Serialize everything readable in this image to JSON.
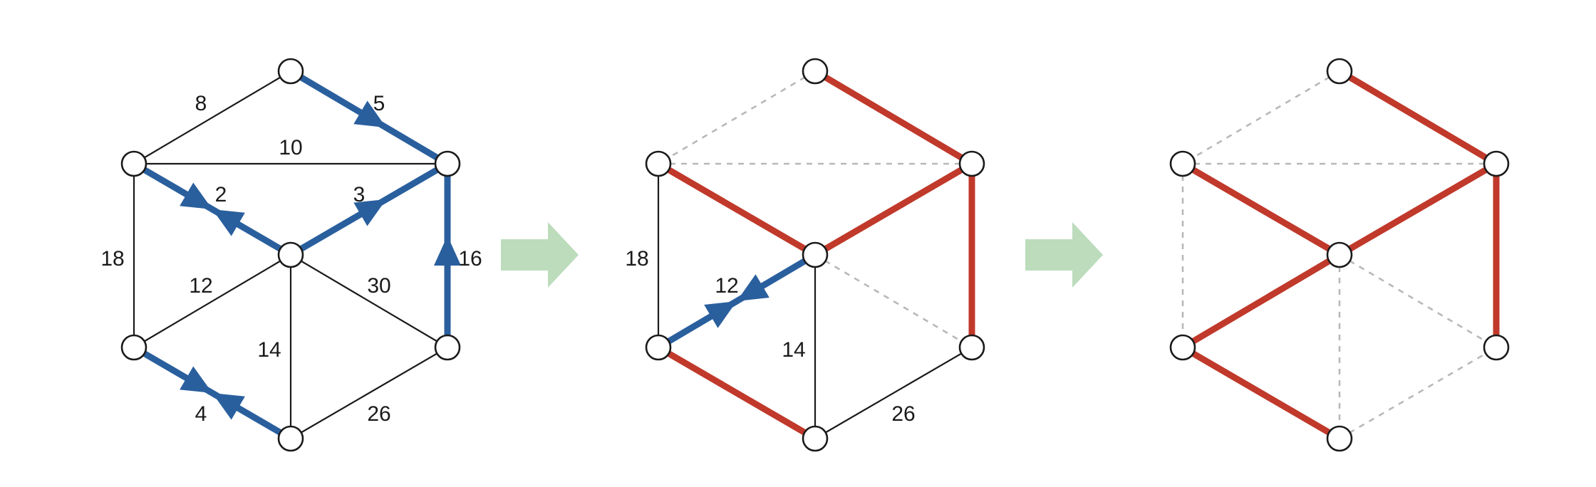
{
  "colors": {
    "plain_edge": "#1a1a1a",
    "dashed_edge": "#b8b8b8",
    "tree_edge": "#c0392b",
    "selected_edge": "#2a5f9e",
    "arrow": "#bcdcbc",
    "node_fill": "#ffffff",
    "node_stroke": "#1a1a1a"
  },
  "panels": [
    {
      "name": "panel-1",
      "edges": [
        {
          "id": "top-ul",
          "label": "8",
          "style": "plain"
        },
        {
          "id": "top-ur",
          "label": "5",
          "style": "selected",
          "dir": "forward"
        },
        {
          "id": "ul-ur",
          "label": "10",
          "style": "plain"
        },
        {
          "id": "ul-c",
          "label": "2",
          "style": "selected",
          "dir": "both"
        },
        {
          "id": "ur-c",
          "label": "3",
          "style": "selected",
          "dir": "backward"
        },
        {
          "id": "ul-ll",
          "label": "18",
          "style": "plain"
        },
        {
          "id": "ur-lr",
          "label": "16",
          "style": "selected",
          "dir": "backward"
        },
        {
          "id": "c-ll",
          "label": "12",
          "style": "plain"
        },
        {
          "id": "c-lr",
          "label": "30",
          "style": "plain"
        },
        {
          "id": "c-bot",
          "label": "14",
          "style": "plain"
        },
        {
          "id": "ll-bot",
          "label": "4",
          "style": "selected",
          "dir": "both"
        },
        {
          "id": "bot-lr",
          "label": "26",
          "style": "plain"
        }
      ]
    },
    {
      "name": "panel-2",
      "edges": [
        {
          "id": "top-ul",
          "label": "",
          "style": "dashed"
        },
        {
          "id": "top-ur",
          "label": "",
          "style": "tree"
        },
        {
          "id": "ul-ur",
          "label": "",
          "style": "dashed"
        },
        {
          "id": "ul-c",
          "label": "",
          "style": "tree"
        },
        {
          "id": "ur-c",
          "label": "",
          "style": "tree"
        },
        {
          "id": "ul-ll",
          "label": "18",
          "style": "plain"
        },
        {
          "id": "ur-lr",
          "label": "",
          "style": "tree"
        },
        {
          "id": "c-ll",
          "label": "12",
          "style": "selected",
          "dir": "both"
        },
        {
          "id": "c-lr",
          "label": "",
          "style": "dashed"
        },
        {
          "id": "c-bot",
          "label": "14",
          "style": "plain"
        },
        {
          "id": "ll-bot",
          "label": "",
          "style": "tree"
        },
        {
          "id": "bot-lr",
          "label": "26",
          "style": "plain"
        }
      ]
    },
    {
      "name": "panel-3",
      "edges": [
        {
          "id": "top-ul",
          "label": "",
          "style": "dashed"
        },
        {
          "id": "top-ur",
          "label": "",
          "style": "tree"
        },
        {
          "id": "ul-ur",
          "label": "",
          "style": "dashed"
        },
        {
          "id": "ul-c",
          "label": "",
          "style": "tree"
        },
        {
          "id": "ur-c",
          "label": "",
          "style": "tree"
        },
        {
          "id": "ul-ll",
          "label": "",
          "style": "dashed"
        },
        {
          "id": "ur-lr",
          "label": "",
          "style": "tree"
        },
        {
          "id": "c-ll",
          "label": "",
          "style": "tree"
        },
        {
          "id": "c-lr",
          "label": "",
          "style": "dashed"
        },
        {
          "id": "c-bot",
          "label": "",
          "style": "dashed"
        },
        {
          "id": "ll-bot",
          "label": "",
          "style": "tree"
        },
        {
          "id": "bot-lr",
          "label": "",
          "style": "dashed"
        }
      ]
    }
  ],
  "arrows": [
    {
      "name": "arrow-1"
    },
    {
      "name": "arrow-2"
    }
  ]
}
